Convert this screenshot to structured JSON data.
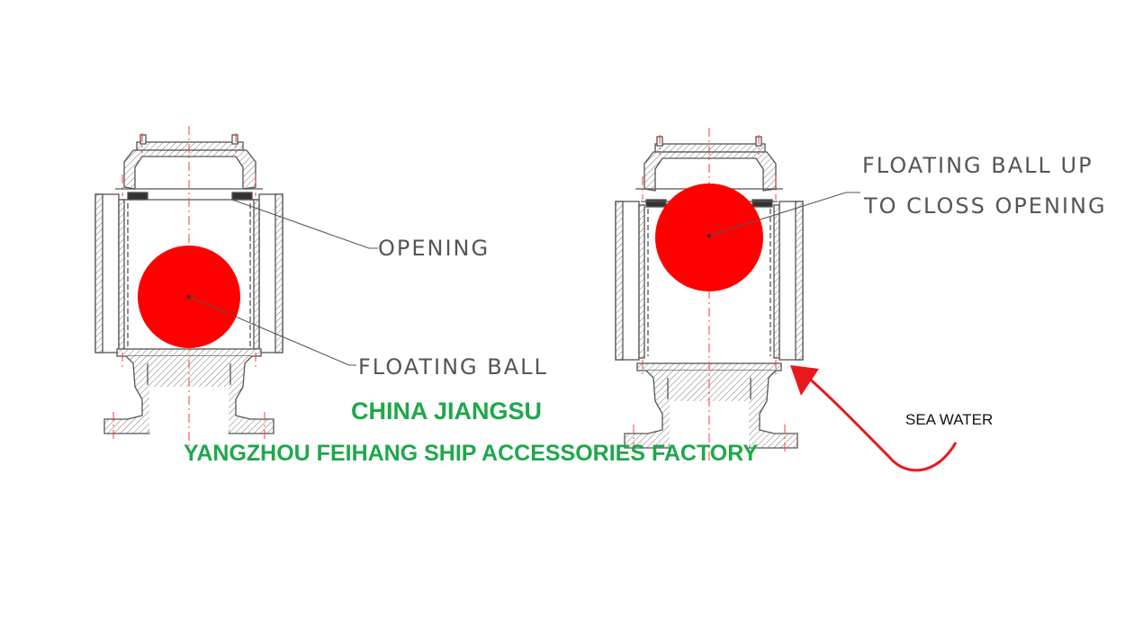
{
  "labels": {
    "opening": "OPENING",
    "floating_ball": "FLOATING BALL",
    "floating_ball_up_line1": "FLOATING BALL UP",
    "floating_ball_up_line2": "TO CLOSS OPENING",
    "sea_water": "SEA WATER"
  },
  "watermark": {
    "line1": "CHINA JIANGSU",
    "line2": "YANGZHOU FEIHANG SHIP ACCESSORIES FACTORY"
  },
  "colors": {
    "ball": "#ff0000",
    "arrow": "#e8191d",
    "watermark": "#1fa84a",
    "drawing_line": "#555555",
    "centerline": "#ff3b3b",
    "seal": "#333333"
  },
  "icons": {
    "ball": "red-circle",
    "arrow": "curved-red-arrow"
  }
}
